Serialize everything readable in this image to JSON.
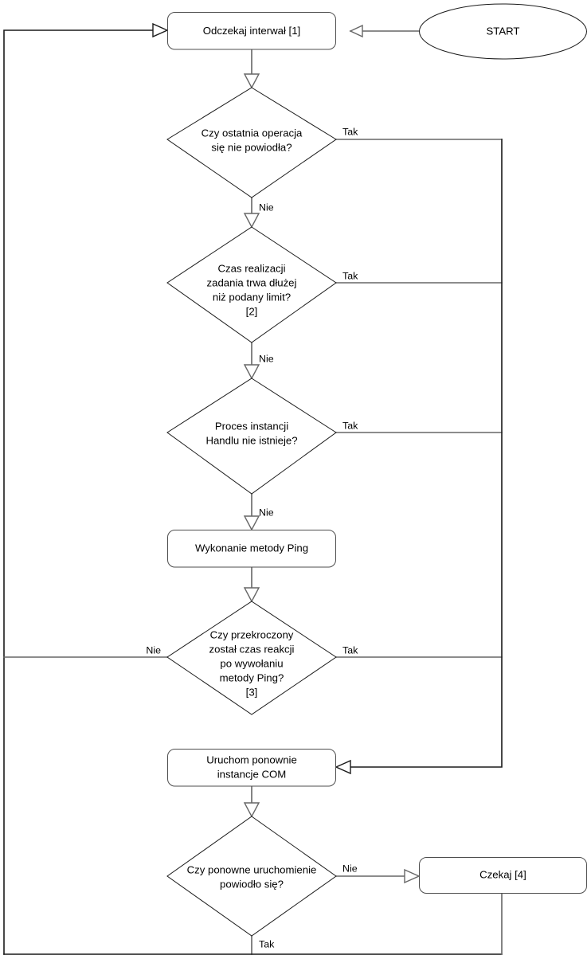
{
  "diagram": {
    "type": "flowchart",
    "language": "pl",
    "title": "",
    "colors": {
      "background": "#ffffff",
      "shape_stroke": "#4d4d4d",
      "diamond_stroke": "#1a1a1a",
      "connector": "#666666",
      "connector_dark": "#1a1a1a",
      "text": "#000000"
    }
  },
  "nodes": {
    "start": {
      "label": "START",
      "shape": "ellipse"
    },
    "wait_interval": {
      "label": "Odczekaj interwał [1]",
      "shape": "rounded-rect"
    },
    "decision_last_operation_failed": {
      "shape": "diamond",
      "lines": [
        "Czy ostatnia operacja",
        "się nie powiodła?"
      ]
    },
    "decision_task_time_limit": {
      "shape": "diamond",
      "lines": [
        "Czas realizacji",
        "zadania trwa dłużej",
        "niż podany limit?",
        "[2]"
      ]
    },
    "decision_trade_process_missing": {
      "shape": "diamond",
      "lines": [
        "Proces instancji",
        "Handlu nie istnieje?"
      ]
    },
    "ping_method": {
      "label": "Wykonanie metody Ping",
      "shape": "rounded-rect"
    },
    "decision_ping_timeout": {
      "shape": "diamond",
      "lines": [
        "Czy przekroczony",
        "został czas reakcji",
        "po wywołaniu",
        "metody Ping?",
        "[3]"
      ]
    },
    "restart_com": {
      "shape": "rounded-rect",
      "lines": [
        "Uruchom ponownie",
        "instancje COM"
      ]
    },
    "decision_restart_ok": {
      "shape": "diamond",
      "lines": [
        "Czy ponowne uruchomienie",
        "powiodło się?"
      ]
    },
    "wait": {
      "label": "Czekaj [4]",
      "shape": "rounded-rect"
    }
  },
  "edge_labels": {
    "d1_yes": "Tak",
    "d1_no": "Nie",
    "d2_yes": "Tak",
    "d2_no": "Nie",
    "d3_yes": "Tak",
    "d3_no": "Nie",
    "d4_yes": "Tak",
    "d4_no": "Nie",
    "d5_yes": "Tak",
    "d5_no": "Nie"
  },
  "footnotes": {
    "f1": "[1]",
    "f2": "[2]",
    "f3": "[3]",
    "f4": "[4]"
  }
}
